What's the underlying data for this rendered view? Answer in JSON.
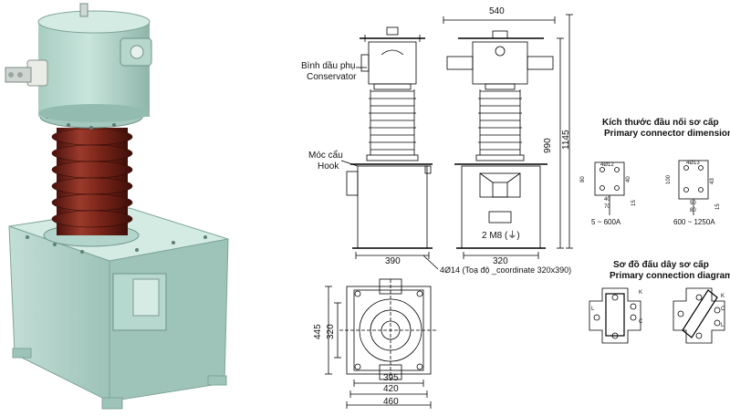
{
  "labels": {
    "conservator_vi": "Bình dầu phụ",
    "conservator_en": "Conservator",
    "hook_vi": "Móc cẩu",
    "hook_en": "Hook",
    "ground": "2 M8 (⏚)",
    "holes": "4Ø14 (Toạ độ _coordinate 320x390)"
  },
  "dimensions": {
    "top_width": "540",
    "height_990": "990",
    "height_1145": "1145",
    "base_390": "390",
    "base_320": "320",
    "plan_445": "445",
    "plan_320": "320",
    "plan_395": "395",
    "plan_420": "420",
    "plan_460": "460"
  },
  "connector": {
    "title_vi": "Kích thước đầu nối sơ cấp",
    "title_en": "Primary connector dimensions",
    "a": {
      "hole": "4Ø12",
      "h80": "80",
      "w40": "40",
      "w70": "70",
      "v40": "40",
      "v15": "15",
      "range": "5 ~ 600A"
    },
    "b": {
      "hole": "4Ø13",
      "h100": "100",
      "w50": "50",
      "w80": "80",
      "v43": "43",
      "v15": "15",
      "range": "600 ~ 1250A"
    }
  },
  "diagram": {
    "title_vi": "Sơ đồ đấu dây sơ cấp",
    "title_en": "Primary connection diagram",
    "marks_a": [
      "K",
      "L",
      "C"
    ],
    "marks_b": [
      "K",
      "C",
      "L"
    ]
  },
  "colors": {
    "body": "#b9d9cf",
    "body_shadow": "#8fb8ad",
    "porcelain": "#6b1f16",
    "porcelain_light": "#93352a",
    "line": "#000000"
  }
}
